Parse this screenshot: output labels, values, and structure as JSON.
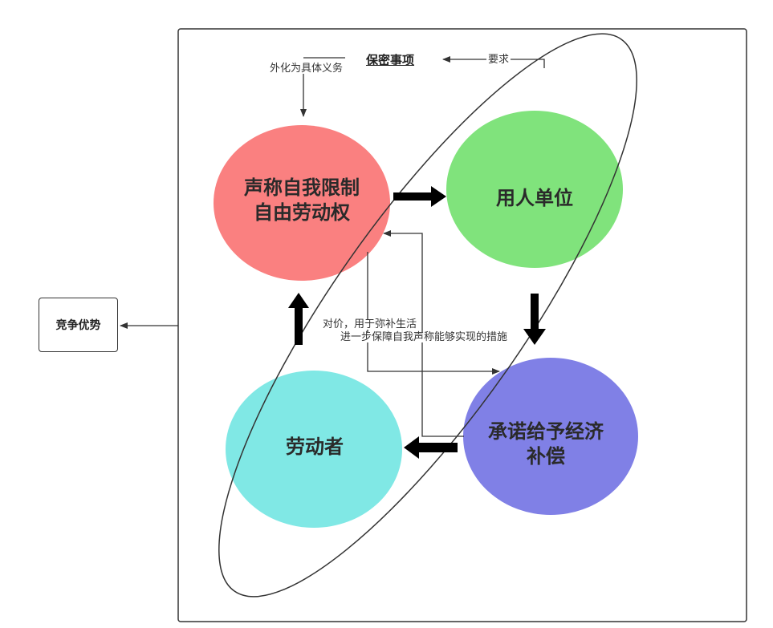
{
  "diagram": {
    "title": "保密事项",
    "edge_labels": {
      "externalize": "外化为具体义务",
      "require": "要求",
      "consideration_line1": "对价，用于弥补生活",
      "consideration_line2": "进一步保障自我声称能够实现的措施"
    },
    "nodes": {
      "restrict": {
        "line1": "声称自我限制",
        "line2": "自由劳动权",
        "color": "#fa8080"
      },
      "employer": {
        "line1": "用人单位",
        "color": "#80e37c"
      },
      "compensation": {
        "line1": "承诺给予经济",
        "line2": "补偿",
        "color": "#8080e6"
      },
      "worker": {
        "line1": "劳动者",
        "color": "#80e8e5"
      }
    },
    "side_box": {
      "label": "竞争优势"
    }
  }
}
